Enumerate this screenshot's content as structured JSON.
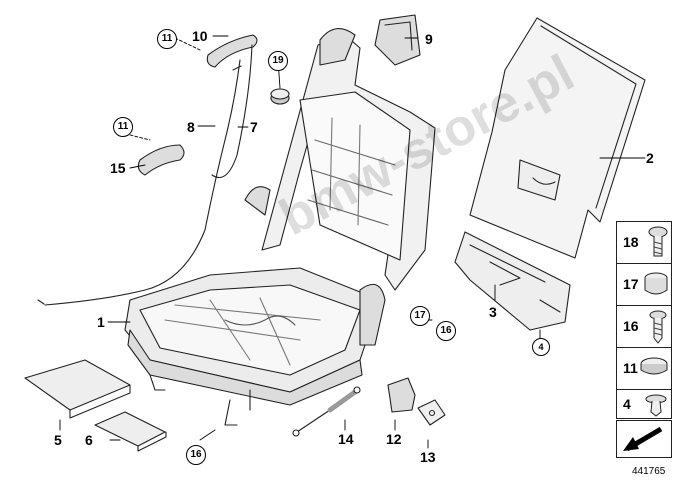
{
  "watermark": "bmw-store.pl",
  "document_number": "441765",
  "callouts": {
    "c1": "1",
    "c2": "2",
    "c3": "3",
    "c4": "4",
    "c5": "5",
    "c6": "6",
    "c7": "7",
    "c8": "8",
    "c9": "9",
    "c10": "10",
    "c11a": "11",
    "c11b": "11",
    "c12": "12",
    "c13": "13",
    "c14": "14",
    "c15": "15",
    "c16a": "16",
    "c16b": "16",
    "c17": "17",
    "c19": "19"
  },
  "legend": [
    {
      "num": "18",
      "icon": "bolt-icon"
    },
    {
      "num": "17",
      "icon": "bush-icon"
    },
    {
      "num": "16",
      "icon": "screw-icon"
    },
    {
      "num": "11",
      "icon": "cap-icon"
    },
    {
      "num": "4",
      "icon": "expanding-rivet-icon"
    }
  ]
}
